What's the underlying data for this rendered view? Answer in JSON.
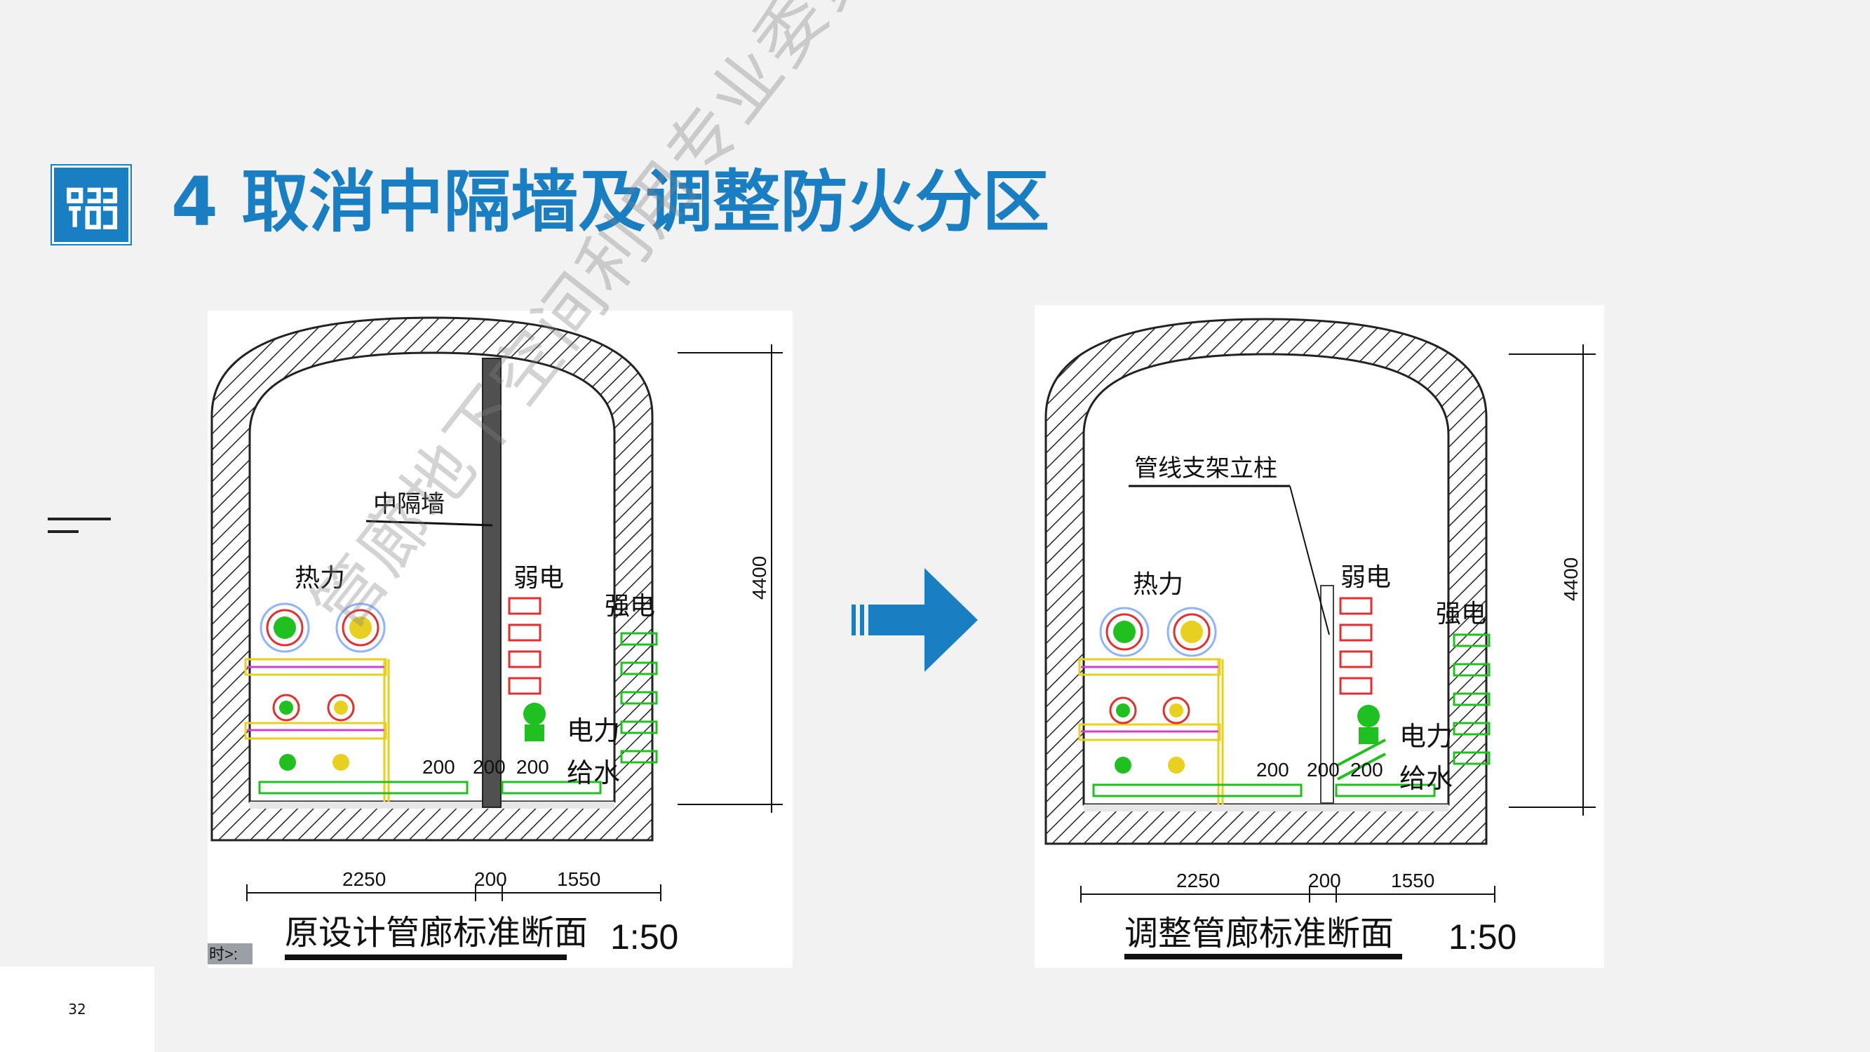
{
  "slide": {
    "title": "4  取消中隔墙及调整防火分区",
    "page_number": "32",
    "watermark": "管廊地下空间利用专业委员会",
    "brand_color": "#1a7ec2"
  },
  "left_panel": {
    "labels": {
      "mid_wall": "中隔墙",
      "heat": "热力",
      "weak_power": "弱电",
      "strong_power": "强电",
      "power": "电力",
      "water": "给水"
    },
    "dims": {
      "d200a": "200",
      "d200b": "200",
      "d200c": "200",
      "height": "4400",
      "w2250": "2250",
      "w200": "200",
      "w1550": "1550"
    },
    "caption": "原设计管廊标准断面",
    "scale": "1:50",
    "cad_prompt": "时>:"
  },
  "right_panel": {
    "labels": {
      "support": "管线支架立柱",
      "heat": "热力",
      "weak_power": "弱电",
      "strong_power": "强电",
      "power": "电力",
      "water": "给水"
    },
    "dims": {
      "d200a": "200",
      "d200b": "200",
      "d200c": "200",
      "height": "4400",
      "w2250": "2250",
      "w200": "200",
      "w1550": "1550"
    },
    "caption": "调整管廊标准断面",
    "scale": "1:50"
  }
}
